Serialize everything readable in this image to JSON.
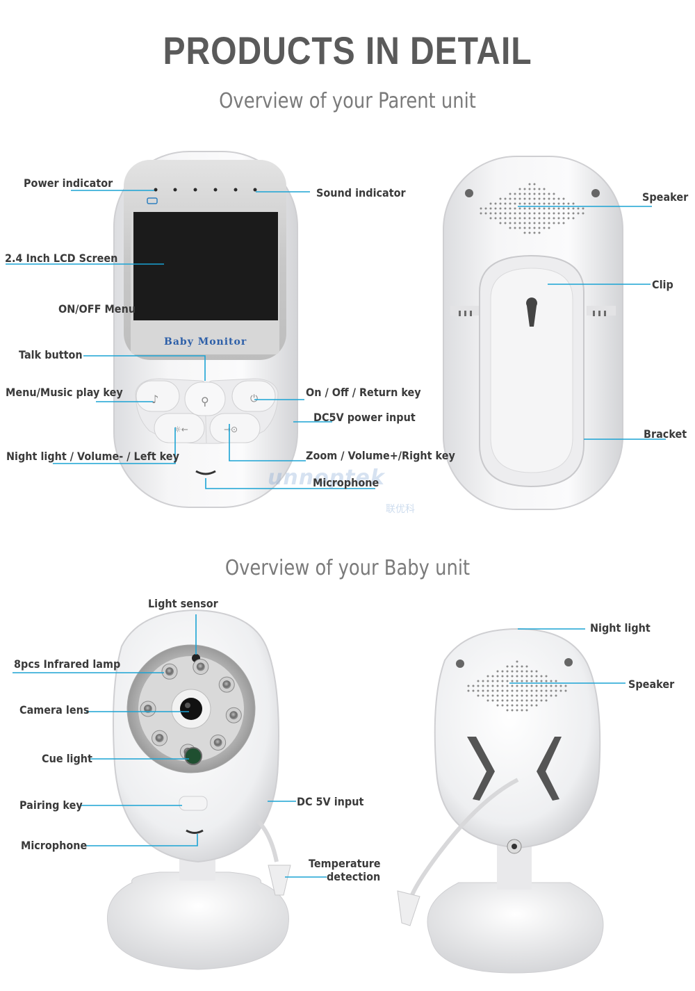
{
  "title": "PRODUCTS IN DETAIL",
  "parent_subtitle": "Overview of your Parent unit",
  "baby_subtitle": "Overview of your Baby unit",
  "device_brand": "Baby Monitor",
  "watermark": "unnoptek",
  "watermark_cn": "联优科",
  "accent_color": "#1aa3d4",
  "parent_front_labels": {
    "power_indicator": "Power indicator",
    "sound_indicator": "Sound indicator",
    "lcd_screen": "2.4 Inch LCD Screen",
    "onoff_menu": "ON/OFF Menu",
    "talk_button": "Talk button",
    "menu_music": "Menu/Music play key",
    "on_off_return": "On / Off / Return key",
    "dc5v_power": "DC5V power input",
    "night_light_volume": "Night light / Volume- / Left key",
    "zoom_volume": "Zoom / Volume+/Right key",
    "microphone": "Microphone"
  },
  "parent_back_labels": {
    "speaker": "Speaker",
    "clip": "Clip",
    "bracket": "Bracket"
  },
  "baby_front_labels": {
    "light_sensor": "Light sensor",
    "infrared": "8pcs Infrared lamp",
    "camera_lens": "Camera lens",
    "cue_light": "Cue light",
    "pairing_key": "Pairing key",
    "dc_input": "DC 5V input",
    "microphone": "Microphone",
    "temperature_1": "Temperature",
    "temperature_2": "detection"
  },
  "baby_back_labels": {
    "night_light": "Night light",
    "speaker": "Speaker"
  }
}
